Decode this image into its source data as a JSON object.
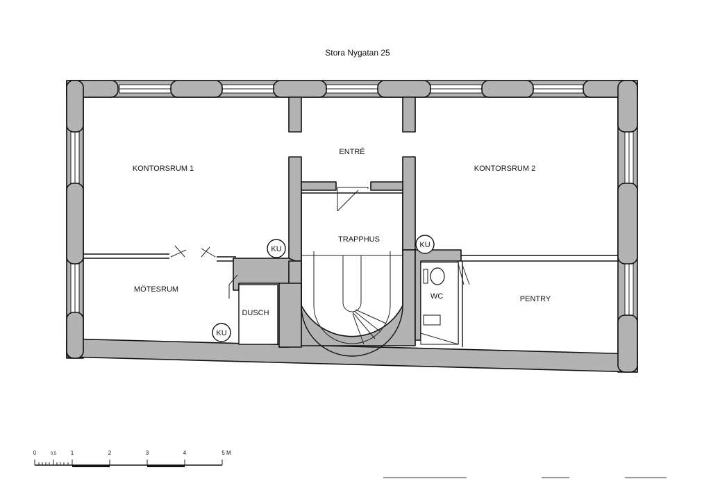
{
  "title": "Stora Nygatan 25",
  "rooms": {
    "kontorsrum1": "KONTORSRUM 1",
    "entre": "ENTRÉ",
    "kontorsrum2": "KONTORSRUM 2",
    "trapphus": "TRAPPHUS",
    "motesrum": "MÖTESRUM",
    "dusch": "DUSCH",
    "wc": "WC",
    "pentry": "PENTRY"
  },
  "ku_label": "KU",
  "scale_bar": {
    "ticks": [
      "0",
      "0,5",
      "1",
      "2",
      "3",
      "4",
      "5 M"
    ]
  },
  "colors": {
    "wall_fill": "#b3b3b3",
    "line": "#111111",
    "background": "#ffffff"
  }
}
